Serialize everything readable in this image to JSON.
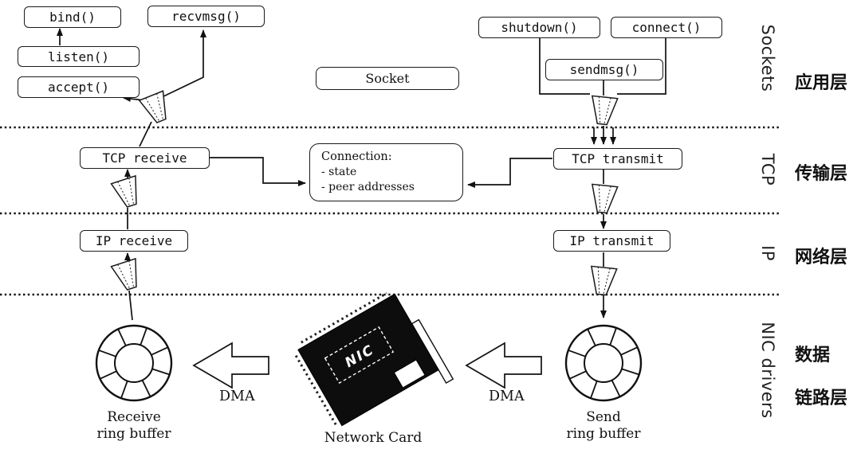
{
  "boxes": {
    "bind": "bind()",
    "recvmsg": "recvmsg()",
    "listen": "listen()",
    "accept": "accept()",
    "socket": "Socket",
    "shutdown": "shutdown()",
    "connect": "connect()",
    "sendmsg": "sendmsg()",
    "tcp_receive": "TCP receive",
    "tcp_transmit": "TCP transmit",
    "ip_receive": "IP receive",
    "ip_transmit": "IP transmit"
  },
  "connection_box": {
    "title": "Connection:",
    "line1": "- state",
    "line2": "- peer addresses"
  },
  "nic": {
    "chip_label": "NIC",
    "card_label": "Network Card"
  },
  "dma": {
    "left": "DMA",
    "right": "DMA"
  },
  "rings": {
    "receive": "Receive\nring buffer",
    "send": "Send\nring buffer"
  },
  "layers": {
    "sockets": {
      "en": "Sockets",
      "zh": "应用层"
    },
    "tcp": {
      "en": "TCP",
      "zh": "传输层"
    },
    "ip": {
      "en": "IP",
      "zh": "网络层"
    },
    "nic": {
      "en": "NIC drivers",
      "zh": "数据\n链路层"
    }
  }
}
